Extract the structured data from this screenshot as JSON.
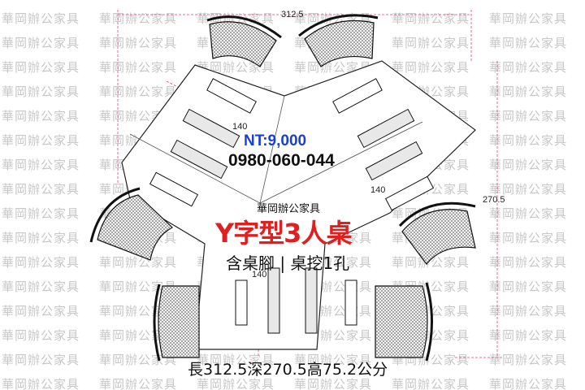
{
  "watermark": {
    "text": "華岡辦公家具",
    "color": "#c8c8c8"
  },
  "product": {
    "price": "NT:9,000",
    "phone": "0980-060-044",
    "brand": "華岡辦公家具",
    "title": "Y字型3人桌",
    "features": "含桌腳 | 桌挖1孔",
    "dimensions_text": "長312.5深270.5高75.2公分"
  },
  "dimension_labels": {
    "top_width": "312.5",
    "right_depth": "270.5",
    "edge_upper_left": "140",
    "edge_right": "140",
    "edge_bottom": "140"
  },
  "colors": {
    "price": "#1a3fd6",
    "title": "#e02020",
    "dim_line": "#e0408a",
    "text": "#111111"
  }
}
